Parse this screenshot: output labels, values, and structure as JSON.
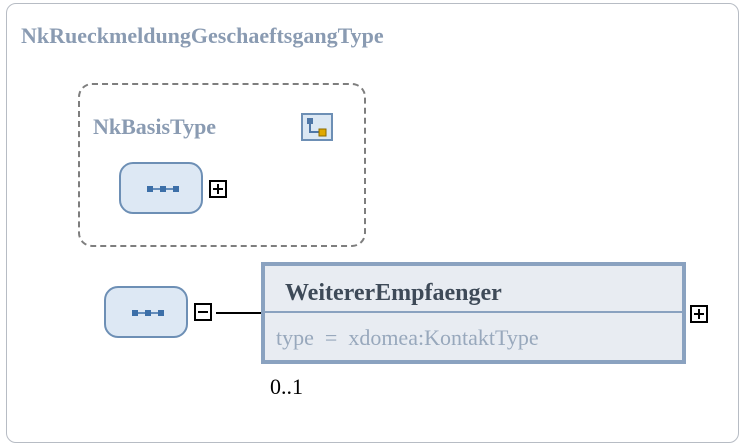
{
  "diagram": {
    "outer_type_name": "NkRueckmeldungGeschaeftsgangType",
    "base_type_name": "NkBasisType",
    "element": {
      "name": "WeitererEmpfaenger",
      "type_label": "type",
      "type_eq": "=",
      "type_value": "xdomea:KontaktType",
      "occurrence": "0..1"
    },
    "icons": {
      "complex_type": "complex-type-icon",
      "sequence": "sequence-icon",
      "expand": "expand-plus-icon",
      "collapse": "collapse-minus-icon"
    },
    "colors": {
      "title_text": "#8a9bb2",
      "sequence_fill": "#dde8f4",
      "sequence_border": "#6d8fb5",
      "element_fill": "#e8ecf2",
      "element_border": "#8aa2c0"
    }
  }
}
